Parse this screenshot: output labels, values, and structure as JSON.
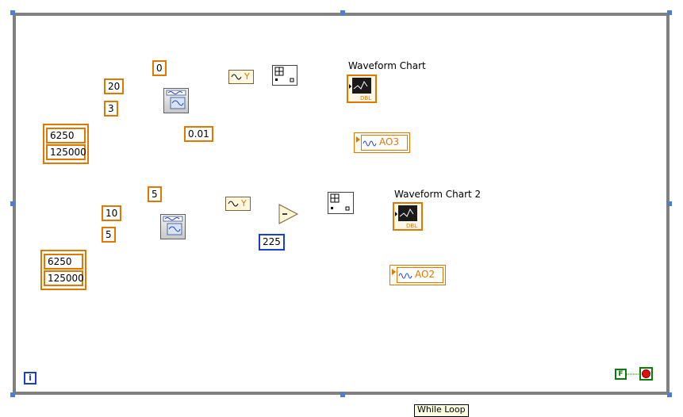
{
  "window": {
    "structure": "While Loop"
  },
  "colors": {
    "wire_dbl": "#e07800",
    "wire_int": "#1a3fd0",
    "wire_waveform": "#8b3a10",
    "frame": "#808080",
    "handle": "#4d7fd1"
  },
  "signal1": {
    "offset": "0",
    "frequency": "20",
    "amplitude": "3",
    "phase_or_dt": "0.01",
    "sampling": {
      "samples": "6250",
      "rate": "125000"
    }
  },
  "signal2": {
    "offset": "5",
    "frequency": "10",
    "amplitude": "5",
    "sampling": {
      "samples": "6250",
      "rate": "125000"
    }
  },
  "compare_constant": "225",
  "iteration_terminal": "i",
  "stop_terminal": "F",
  "charts": [
    {
      "label": "Waveform Chart",
      "type": "DBL"
    },
    {
      "label": "Waveform Chart 2",
      "type": "DBL"
    }
  ],
  "outputs": [
    {
      "label": "AO3"
    },
    {
      "label": "AO2"
    }
  ],
  "get_component_label": "Y"
}
